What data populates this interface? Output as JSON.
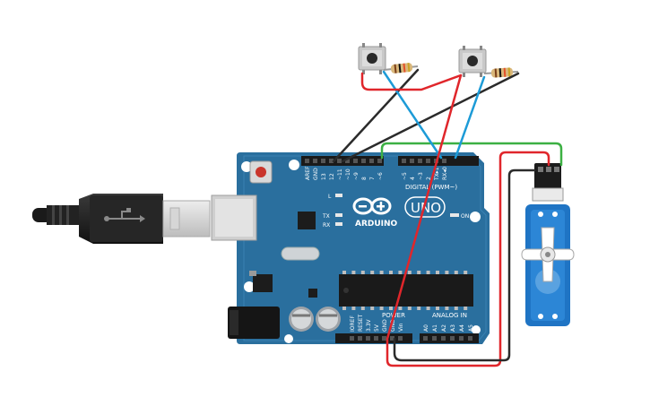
{
  "board": {
    "brand": "ARDUINO",
    "model": "UNO",
    "digital_label": "DIGITAL (PWM~)",
    "power_label": "POWER",
    "analog_label": "ANALOG IN",
    "on_label": "ON",
    "led_l": "L",
    "led_tx": "TX",
    "led_rx": "RX",
    "top_pins": [
      "AREF",
      "GND",
      "13",
      "12",
      "~11",
      "~10",
      "~9",
      "8",
      "7",
      "~6",
      "~5",
      "4",
      "~3",
      "2",
      "TX▸1",
      "RX◂0"
    ],
    "power_pins": [
      "IOREF",
      "RESET",
      "3.3V",
      "5V",
      "GND",
      "GND",
      "Vin"
    ],
    "analog_pins": [
      "A0",
      "A1",
      "A2",
      "A3",
      "A4",
      "A5"
    ]
  },
  "colors": {
    "board": "#2a6f9e",
    "wire_red": "#e0262b",
    "wire_black": "#2b2b2b",
    "wire_blue": "#1d9bd7",
    "wire_green": "#3cb043",
    "servo": "#1f74c4"
  }
}
